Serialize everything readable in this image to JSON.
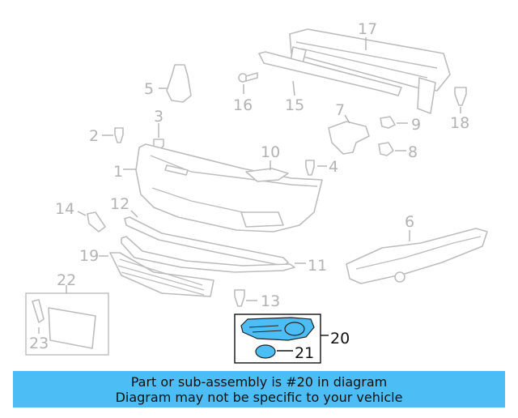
{
  "callouts": {
    "c1": "1",
    "c2": "2",
    "c3": "3",
    "c4": "4",
    "c5": "5",
    "c6": "6",
    "c7": "7",
    "c8": "8",
    "c9": "9",
    "c10": "10",
    "c11": "11",
    "c12": "12",
    "c13": "13",
    "c14": "14",
    "c15": "15",
    "c16": "16",
    "c17": "17",
    "c18": "18",
    "c19": "19",
    "c20": "20",
    "c21": "21",
    "c22": "22",
    "c23": "23"
  },
  "highlight": {
    "part_number": "20",
    "color": "#4dbdf6"
  },
  "banner": {
    "line1": "Part or sub-assembly is #20 in diagram",
    "line2": "Diagram may not be specific to your vehicle",
    "color": "#4dbdf6"
  }
}
